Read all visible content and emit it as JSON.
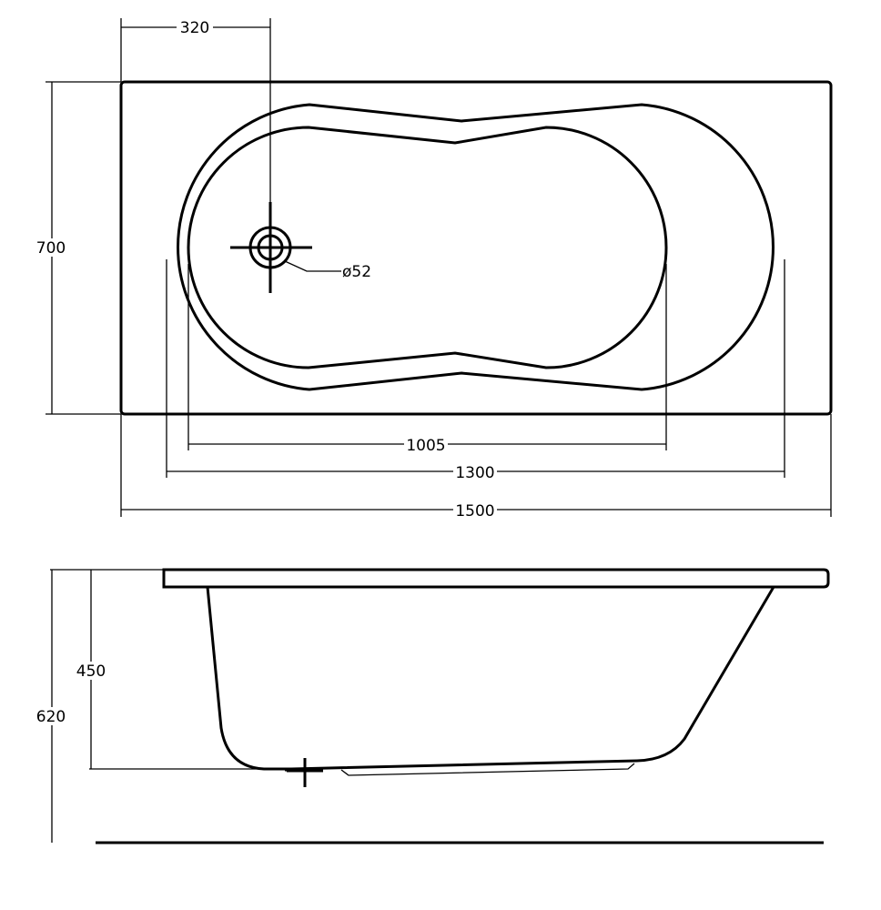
{
  "top_view": {
    "dimensions": {
      "drain_offset": "320",
      "width": "700",
      "drain_diameter": "ø52",
      "inner_length": "1005",
      "outer_basin_length": "1300",
      "total_length": "1500"
    }
  },
  "side_view": {
    "dimensions": {
      "basin_depth": "450",
      "total_height": "620"
    }
  },
  "colors": {
    "line": "#000000",
    "background": "#ffffff"
  }
}
